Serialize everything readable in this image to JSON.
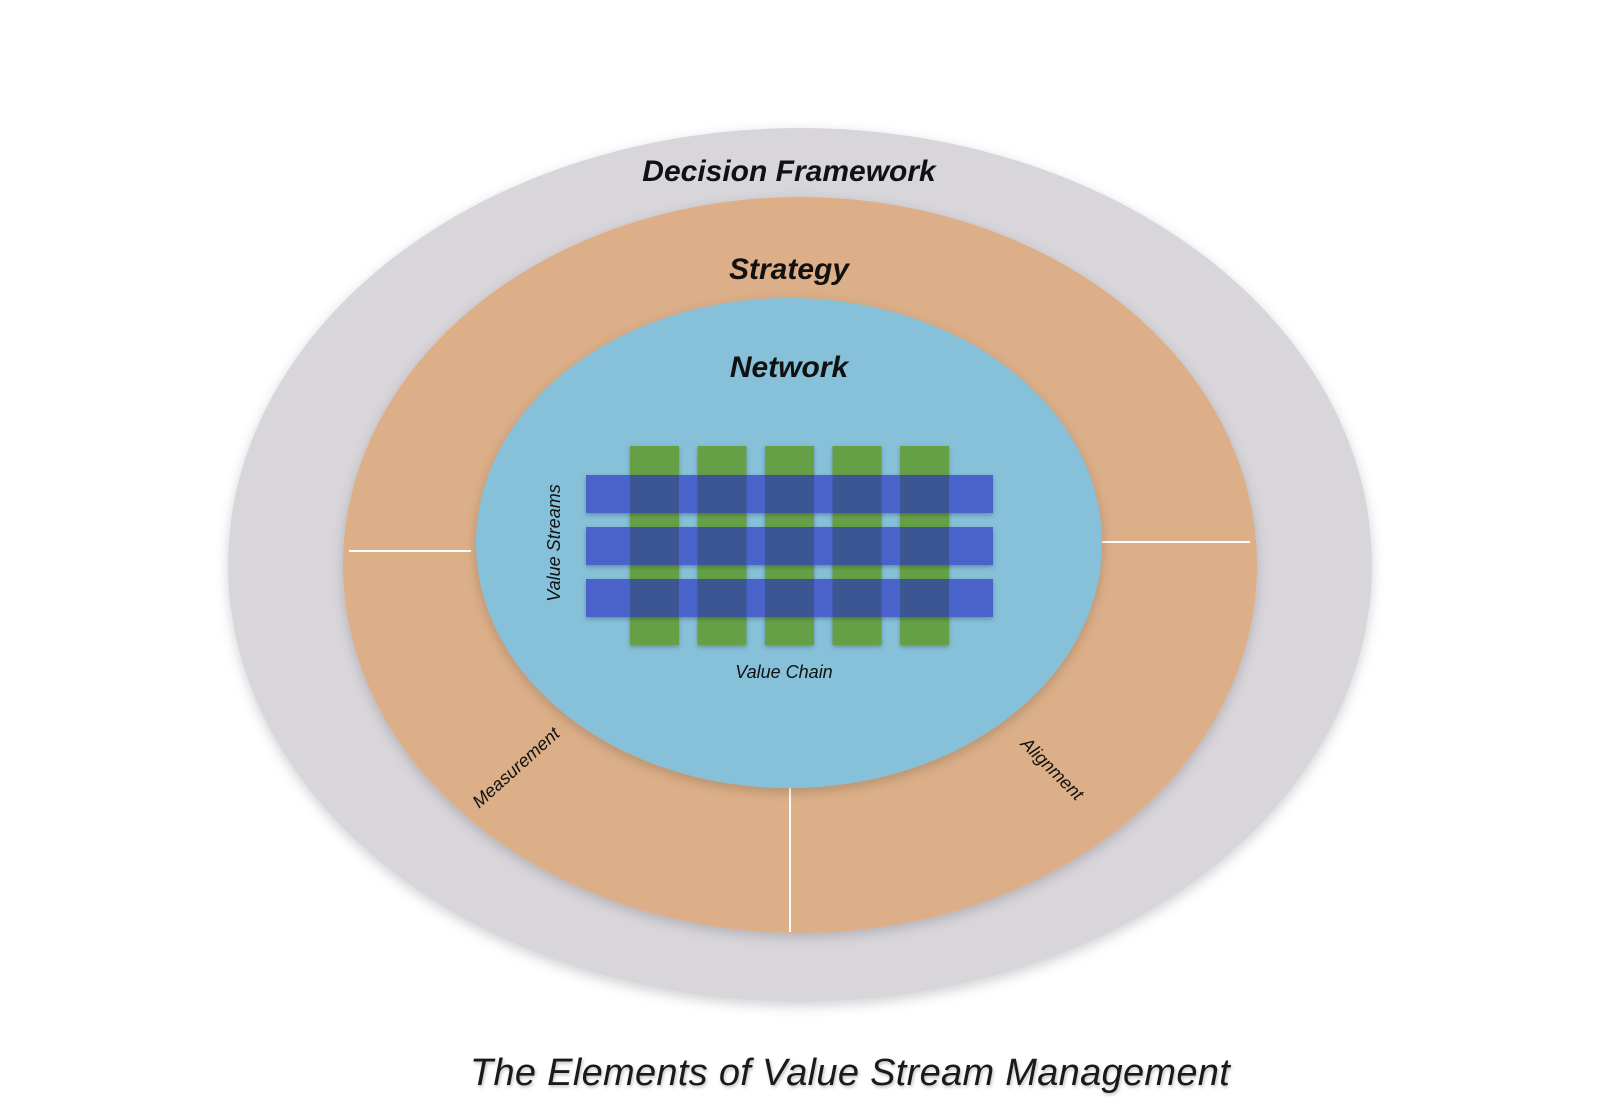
{
  "caption": "The Elements of Value Stream Management",
  "rings": {
    "decision_framework": {
      "label": "Decision Framework",
      "color": "#d8d6db"
    },
    "strategy": {
      "label": "Strategy",
      "color": "#dcaf88"
    },
    "network": {
      "label": "Network",
      "color": "#86c0d9"
    }
  },
  "segment_labels": {
    "measurement": "Measurement",
    "alignment": "Alignment"
  },
  "grid": {
    "value_streams_label": "Value Streams",
    "value_chain_label": "Value Chain",
    "value_stream_count": 3,
    "value_chain_count": 5,
    "stream_color": "#4a63cb",
    "chain_color": "#65a046",
    "overlap_color": "#3c5593"
  }
}
